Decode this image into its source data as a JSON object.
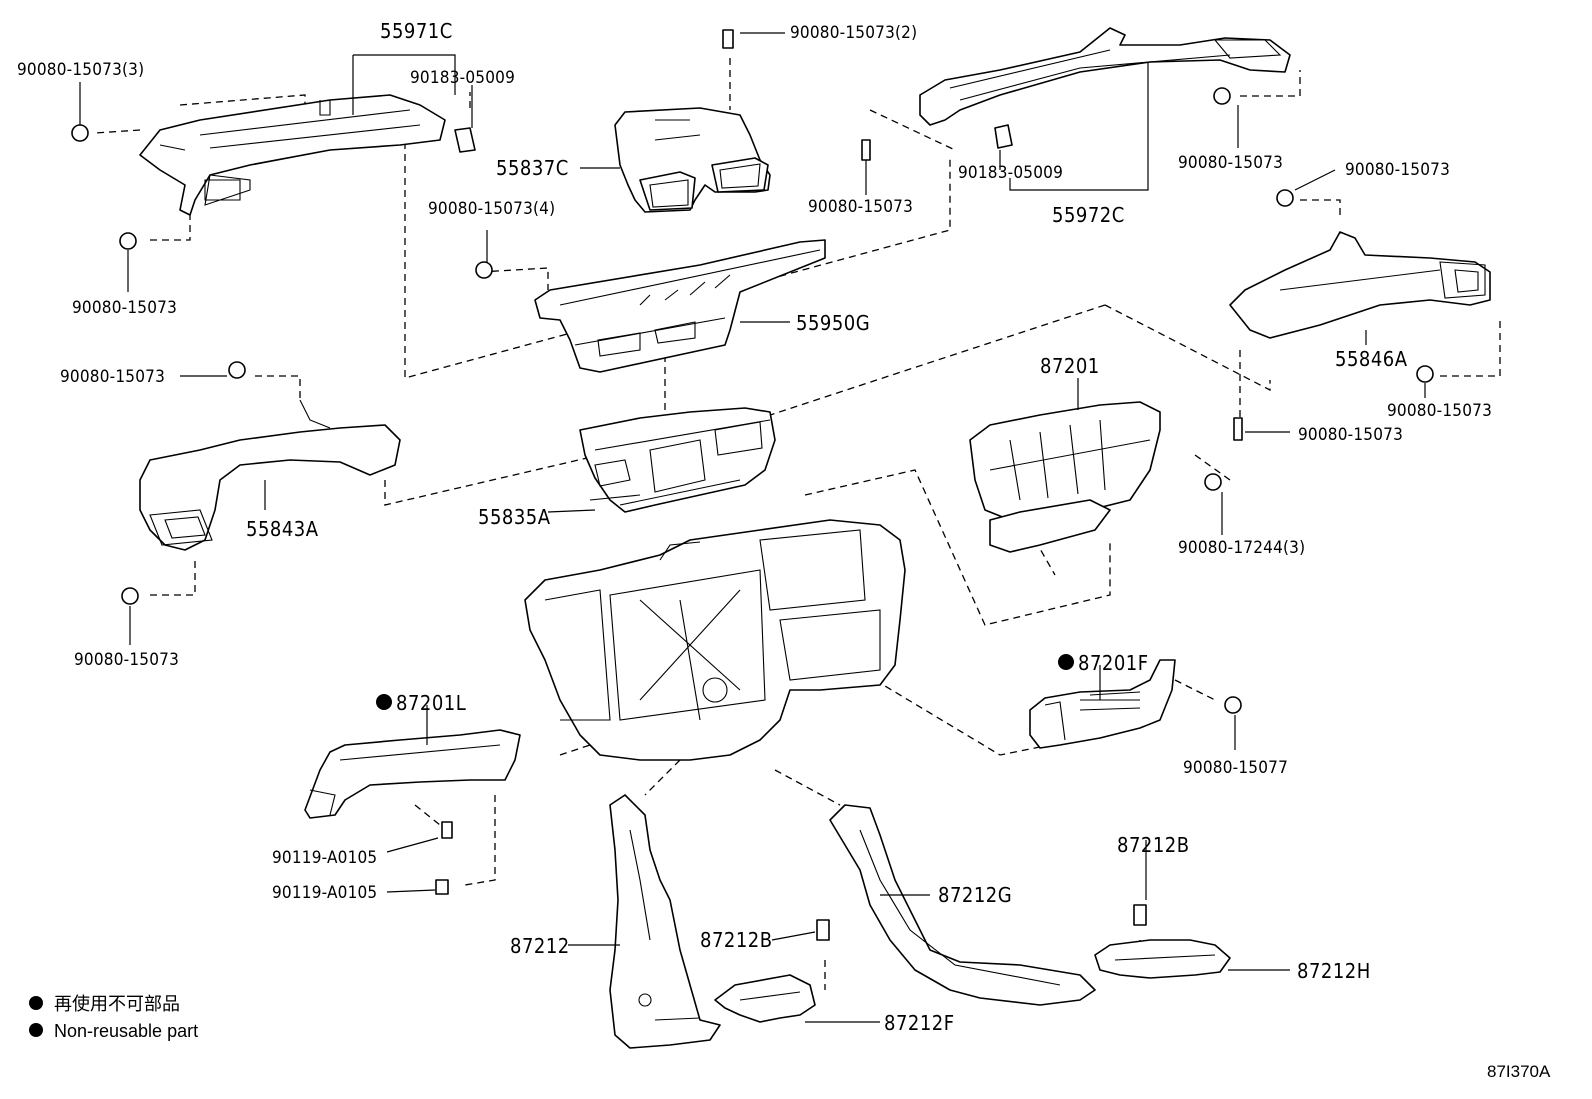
{
  "labels": {
    "p55971C": "55971C",
    "p90080_15073_3": "90080-15073(3)",
    "p90183_05009_a": "90183-05009",
    "p90080_15073_left1": "90080-15073",
    "p90080_15073_2": "90080-15073(2)",
    "p55837C": "55837C",
    "p90080_15073_4": "90080-15073(4)",
    "p90080_15073_mid": "90080-15073",
    "p90183_05009_b": "90183-05009",
    "p55972C": "55972C",
    "p90080_15073_rt1": "90080-15073",
    "p90080_15073_rt2": "90080-15073",
    "p55950G": "55950G",
    "p55846A": "55846A",
    "p90080_15073_rt3": "90080-15073",
    "p90080_15073_rt4": "90080-15073",
    "p90080_15073_left2": "90080-15073",
    "p55843A": "55843A",
    "p87201": "87201",
    "p55835A": "55835A",
    "p90080_17244_3": "90080-17244(3)",
    "p90080_15073_left3": "90080-15073",
    "p87201F": "87201F",
    "p87201L": "87201L",
    "p90080_15077": "90080-15077",
    "p90119_A0105_a": "90119-A0105",
    "p90119_A0105_b": "90119-A0105",
    "p87212B_a": "87212B",
    "p87212G": "87212G",
    "p87212": "87212",
    "p87212B_b": "87212B",
    "p87212H": "87212H",
    "p87212F": "87212F"
  },
  "legend": {
    "jp": "再使用不可部品",
    "en": "Non-reusable part"
  },
  "diagram_code": "87I370A"
}
